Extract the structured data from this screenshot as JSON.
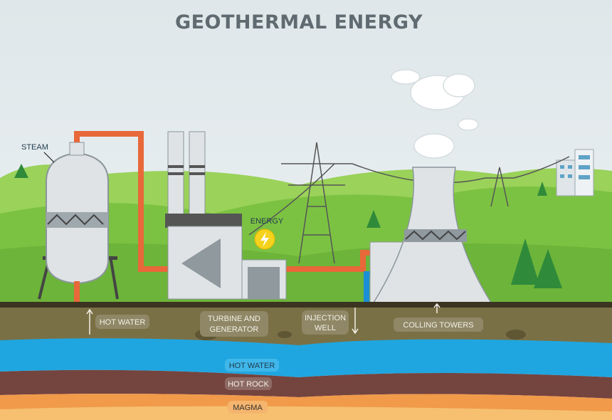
{
  "title": "GEOTHERMAL ENERGY",
  "labels": {
    "steam": "STEAM",
    "energy": "ENERGY",
    "hot_water_pipe": "HOT WATER",
    "turbine_line1": "TURBINE AND",
    "turbine_line2": "GENERATOR",
    "injection_line1": "INJECTION",
    "injection_line2": "WELL",
    "cooling_towers": "COLLING TOWERS",
    "hot_water_layer": "HOT WATER",
    "hot_rock_layer": "HOT ROCK",
    "magma_layer": "MAGMA"
  },
  "colors": {
    "sky": "#e4ebee",
    "hills": "#7cc242",
    "soil": "#7a7046",
    "water": "#1fa6e0",
    "rock": "#74443f",
    "magma": "#f09a4a",
    "hot_pipe": "#e8683a",
    "cold_pipe": "#1b8fd6"
  }
}
